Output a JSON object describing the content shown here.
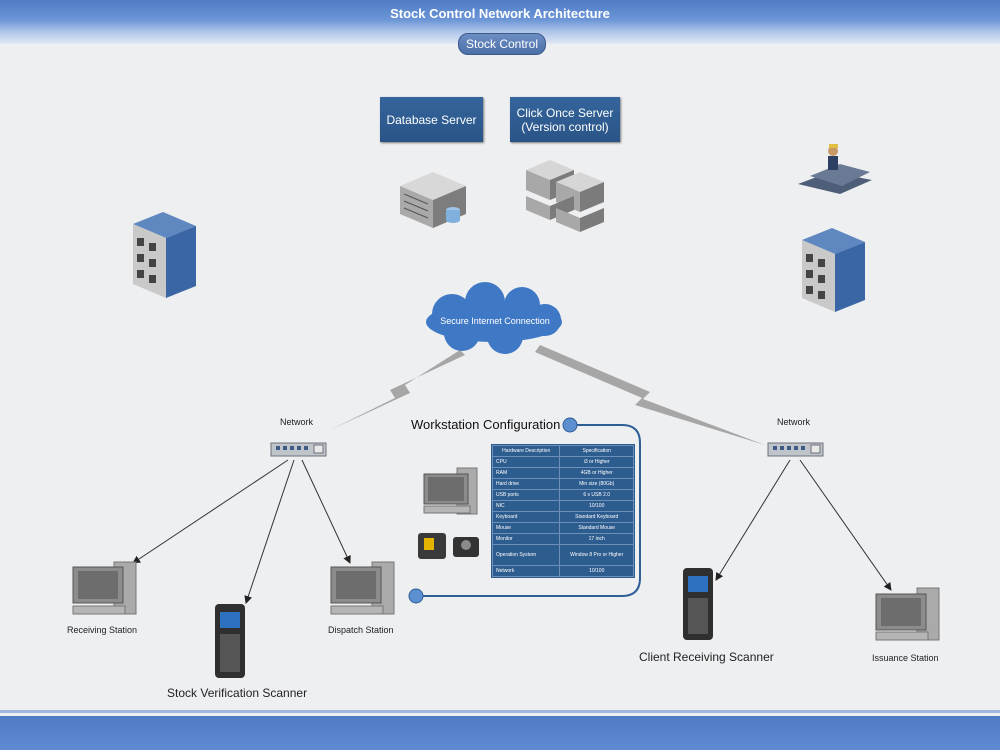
{
  "header": {
    "title": "Stock Control Network Architecture",
    "subtitle": "Stock Control"
  },
  "servers": {
    "database": "Database Server",
    "clickonce_line1": "Click Once Server",
    "clickonce_line2": "(Version control)"
  },
  "cloud": {
    "label": "Secure Internet Connection"
  },
  "networks": {
    "left_label": "Network",
    "right_label": "Network"
  },
  "workstation_config": {
    "title": "Workstation Configuration",
    "headers": [
      "Hardware Description",
      "Specification"
    ],
    "rows": [
      [
        "CPU",
        "i3 or Higher"
      ],
      [
        "RAM",
        "4GB or Higher"
      ],
      [
        "Hard drive",
        "Min size (80Gb)"
      ],
      [
        "USB ports",
        "6 x USB 2.0"
      ],
      [
        "NIC",
        "10/100"
      ],
      [
        "Keyboard",
        "Standard Keyboard"
      ],
      [
        "Mouse",
        "Standard Mouse"
      ],
      [
        "Monitor",
        "17 inch"
      ],
      [
        "Operation System",
        "Window 8 Pro or Higher"
      ],
      [
        "Network",
        "10/100"
      ]
    ]
  },
  "stations": {
    "receiving": "Receiving Station",
    "verification": "Stock Verification Scanner",
    "dispatch": "Dispatch Station",
    "client_receiving": "Client Receiving Scanner",
    "issuance": "Issuance Station"
  },
  "colors": {
    "accent": "#2d5c8f",
    "title_bar": "#4f7cc4",
    "link": "#444444"
  }
}
